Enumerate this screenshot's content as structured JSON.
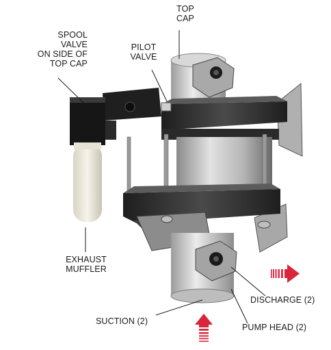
{
  "labels": {
    "top_cap": [
      "TOP",
      "CAP"
    ],
    "spool_valve": [
      "SPOOL",
      "VALVE",
      "ON SIDE OF",
      "TOP CAP"
    ],
    "pilot_valve": [
      "PILOT",
      "VALVE"
    ],
    "exhaust_muffler": [
      "EXHAUST",
      "MUFFLER"
    ],
    "discharge": "DISCHARGE (2)",
    "suction": "SUCTION (2)",
    "pump_head": "PUMP HEAD (2)"
  },
  "colors": {
    "arrow": "#d9263b",
    "leader": "#1a1a1a",
    "metal_dark": "#2e2e2e",
    "metal_mid": "#6f6f6f",
    "metal_light": "#c9c9c9"
  },
  "icons": {
    "discharge_arrow": "arrow-right-icon",
    "suction_arrow": "arrow-up-icon"
  }
}
